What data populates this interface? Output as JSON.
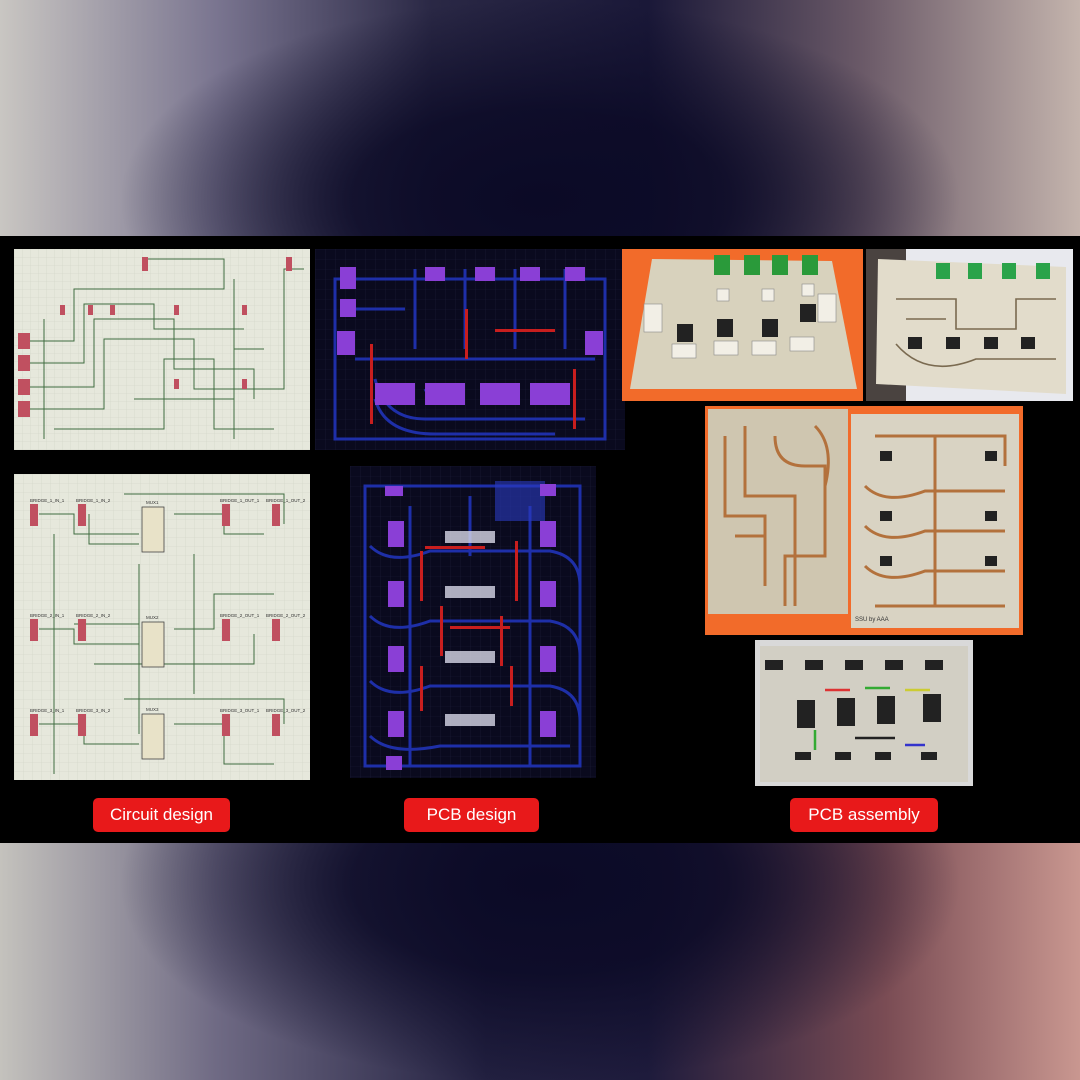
{
  "labels": {
    "circuit": "Circuit design",
    "pcb": "PCB design",
    "assembly": "PCB assembly"
  },
  "schematic_bottom": {
    "bridge_in_row1": [
      "BRIDGE_1_IN_1",
      "BRIDGE_1_IN_2"
    ],
    "bridge_out_row1": [
      "BRIDGE_1_OUT_1",
      "BRIDGE_1_OUT_2"
    ],
    "bridge_in_row2": [
      "BRIDGE_2_IN_1",
      "BRIDGE_2_IN_2"
    ],
    "bridge_out_row2": [
      "BRIDGE_2_OUT_1",
      "BRIDGE_2_OUT_2"
    ],
    "bridge_in_row3": [
      "BRIDGE_3_IN_1",
      "BRIDGE_3_IN_2"
    ],
    "bridge_out_row3": [
      "BRIDGE_3_OUT_1",
      "BRIDGE_3_OUT_2"
    ],
    "mux": [
      "MUX1",
      "MUX2",
      "MUX3"
    ]
  },
  "photo_text": {
    "board_credit": "SSU by AAA"
  },
  "colors": {
    "label_bg": "#e8191a",
    "schematic_bg": "#e6e8dc",
    "pcb_bg": "#0a0a1e",
    "photo_bg": "#f26b2a"
  }
}
